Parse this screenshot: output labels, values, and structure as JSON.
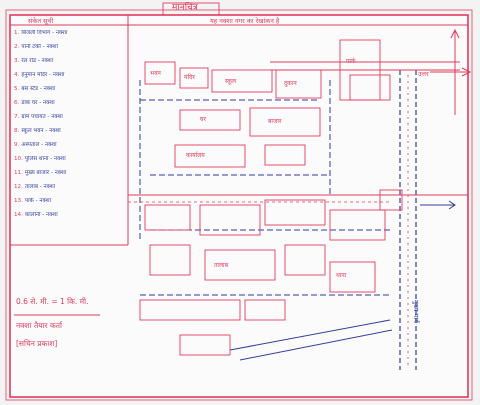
{
  "map": {
    "title": "मानचित्र",
    "header_note": "यह नक्शा नगर का रेखांकन है",
    "legend_heading": "संकेत सूची",
    "legend": [
      {
        "n": "1.",
        "text": "बिजली विभाग - नक्शा"
      },
      {
        "n": "2.",
        "text": "पानी टंकी - नक्शा"
      },
      {
        "n": "3.",
        "text": "रेल रोड - नक्शा"
      },
      {
        "n": "4.",
        "text": "हनुमान मंदिर - नक्शा"
      },
      {
        "n": "5.",
        "text": "बस स्टैंड - नक्शा"
      },
      {
        "n": "6.",
        "text": "डाक घर - नक्शा"
      },
      {
        "n": "7.",
        "text": "ग्राम पंचायत - नक्शा"
      },
      {
        "n": "8.",
        "text": "स्कूल भवन - नक्शा"
      },
      {
        "n": "9.",
        "text": "अस्पताल - नक्शा"
      },
      {
        "n": "10.",
        "text": "पुलिस थाना - नक्शा"
      },
      {
        "n": "11.",
        "text": "मुख्य बाजार - नक्शा"
      },
      {
        "n": "12.",
        "text": "तालाब - नक्शा"
      },
      {
        "n": "13.",
        "text": "पार्क - नक्शा"
      },
      {
        "n": "14.",
        "text": "कॉलोनी - नक्शा"
      }
    ],
    "north_label": "उत्तर",
    "road_label": "मुख्य मार्ग",
    "buildings": [
      "भवन",
      "मंदिर",
      "स्कूल",
      "दुकान",
      "घर",
      "बाजार",
      "कार्यालय",
      "पार्क",
      "तालाब",
      "थाना"
    ],
    "footer": {
      "line1": "0.6 से. मी. = 1 कि. मी.",
      "line2": "नक्शा तैयार कर्ता",
      "line3": "[सचिन प्रकाश]"
    }
  }
}
